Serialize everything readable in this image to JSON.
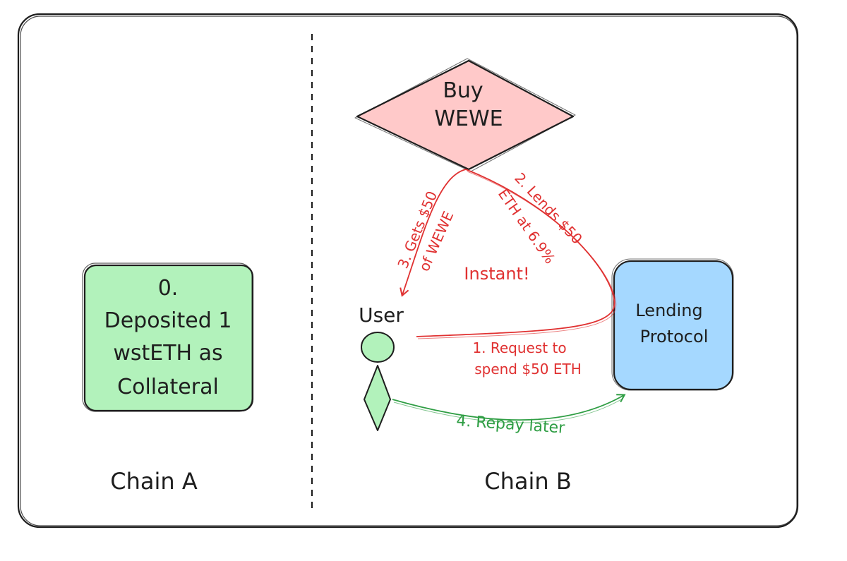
{
  "colors": {
    "ink": "#1e1e1e",
    "red": "#e03131",
    "green": "#2f9e44",
    "deposit_fill": "#b2f2bb",
    "buy_fill": "#ffc9c9",
    "lending_fill": "#a5d8ff",
    "user_fill": "#b2f2bb"
  },
  "nodes": {
    "deposit": {
      "lines": [
        "0.",
        "Deposited 1",
        "wstETH as",
        "Collateral"
      ]
    },
    "buy": {
      "lines": [
        "Buy",
        "WEWE"
      ]
    },
    "lending": {
      "lines": [
        "Lending",
        "Protocol"
      ]
    },
    "user": {
      "label": "User"
    }
  },
  "edges": {
    "request": {
      "lines": [
        "1. Request to",
        "spend $50 ETH"
      ]
    },
    "lends": {
      "lines": [
        "2. Lends $50",
        "ETH at 6.9%"
      ]
    },
    "gets": {
      "lines": [
        "3. Gets $50",
        "of WEWE"
      ]
    },
    "repay": {
      "label": "4. Repay later"
    },
    "instant": {
      "label": "Instant!"
    }
  },
  "chains": {
    "a": "Chain A",
    "b": "Chain B"
  }
}
